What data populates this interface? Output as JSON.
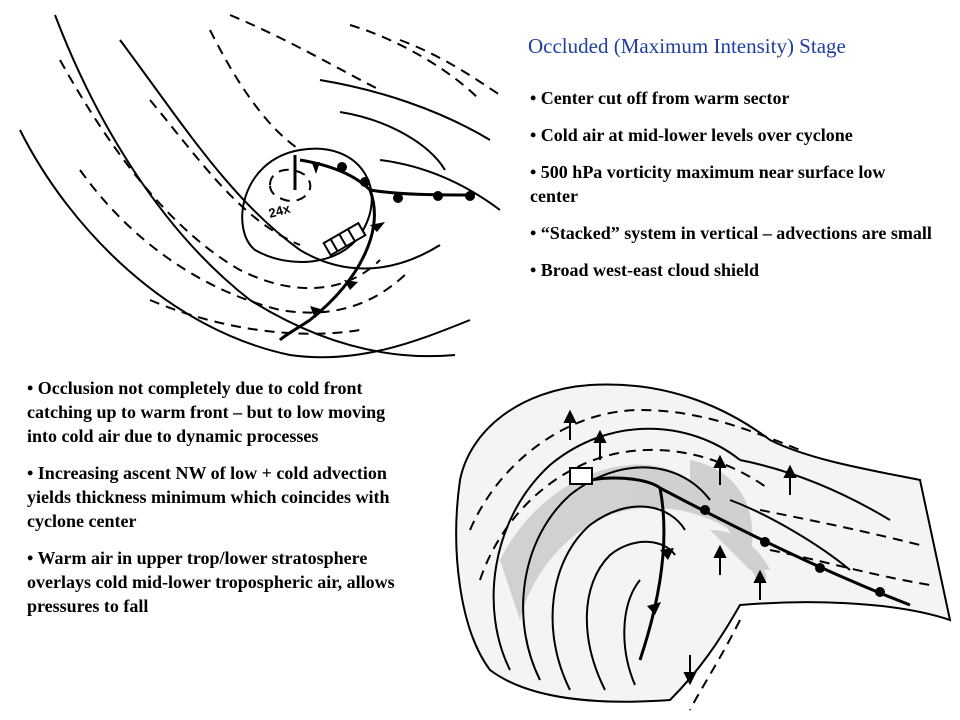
{
  "slide": {
    "title": "Occluded (Maximum Intensity) Stage",
    "right_bullets": [
      "• Center cut off from warm sector",
      "• Cold air at mid-lower levels over cyclone",
      "• 500 hPa vorticity maximum near surface low center",
      "• “Stacked” system in vertical – advections are small",
      "• Broad west-east cloud shield"
    ],
    "left_bullets": [
      "• Occlusion not completely due to cold front catching up to warm front – but to low moving into cold air due to dynamic processes",
      "• Increasing ascent NW of low + cold advection yields thickness minimum which coincides with cyclone center",
      "• Warm air in upper trop/lower stratosphere overlays cold mid-lower tropospheric air, allows pressures to fall"
    ],
    "map_label": "24x"
  }
}
